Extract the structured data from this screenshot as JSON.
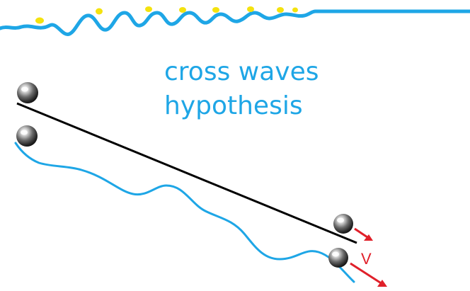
{
  "caption": {
    "line1": "cross waves",
    "line2": "hypothesis"
  },
  "velocity_label": "V",
  "colors": {
    "wave": "#1ea6e6",
    "incline": "#000000",
    "arrow": "#e0202a",
    "dots": "#f4e20e",
    "caption": "#1ea6e6"
  },
  "icons": {
    "ball": "steel-ball-icon",
    "arrow": "velocity-arrow-icon"
  }
}
